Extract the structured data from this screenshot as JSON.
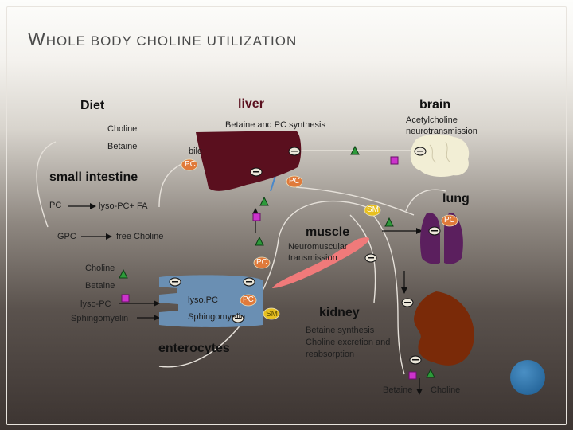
{
  "title": {
    "first_letter": "W",
    "rest": "HOLE BODY CHOLINE UTILIZATION"
  },
  "labels": {
    "diet": "Diet",
    "liver": "liver",
    "brain": "brain",
    "betaine_pc_synthesis": "Betaine and PC synthesis",
    "acetylcholine_1": "Acetylcholine",
    "acetylcholine_2": "neurotransmission",
    "diet_choline": "Choline",
    "diet_betaine": "Betaine",
    "bile": "bile",
    "pc_bile": "PC",
    "small_intestine": "small intestine",
    "pc_liver_out": "PC",
    "lung": "lung",
    "pc_si": "PC",
    "lyso_pc_fa": "lyso-PC+ FA",
    "sm_lung": "SM",
    "pc_lung": "PC",
    "muscle": "muscle",
    "gpc": "GPC",
    "free_choline": "free Choline",
    "neuromuscular_1": "Neuromuscular",
    "neuromuscular_2": "transmission",
    "choline_si": "Choline",
    "pc_muscle": "PC",
    "betaine_si": "Betaine",
    "lyso_pc_left": "lyso-PC",
    "sphingomyelin_left": "Sphingomyelin",
    "lyso_pc_ent": "lyso.PC",
    "pc_ent": "PC",
    "sphingomyelin_ent": "Sphingomyelin",
    "sm_ent": "SM",
    "kidney": "kidney",
    "kidney_1": "Betaine synthesis",
    "kidney_2": "Choline excretion and",
    "kidney_3": "reabsorption",
    "enterocytes": "enterocytes",
    "betaine_kidney": "Betaine",
    "choline_kidney": "Choline"
  },
  "colors": {
    "liver": "#5a0f1e",
    "brain": "#f2eed5",
    "lung": "#5b1f5e",
    "muscle": "#f07a7a",
    "kidney": "#7a2a08",
    "enterocyte": "#6a8fb3",
    "pc_tag": "#e07a3a",
    "sm_tag": "#e8c020",
    "betaine_square": "#cc33cc",
    "choline_triangle": "#2d9a3a"
  },
  "icons": [
    "transporter-icon",
    "betaine-square-icon",
    "choline-triangle-icon",
    "decorative-circle-icon"
  ]
}
